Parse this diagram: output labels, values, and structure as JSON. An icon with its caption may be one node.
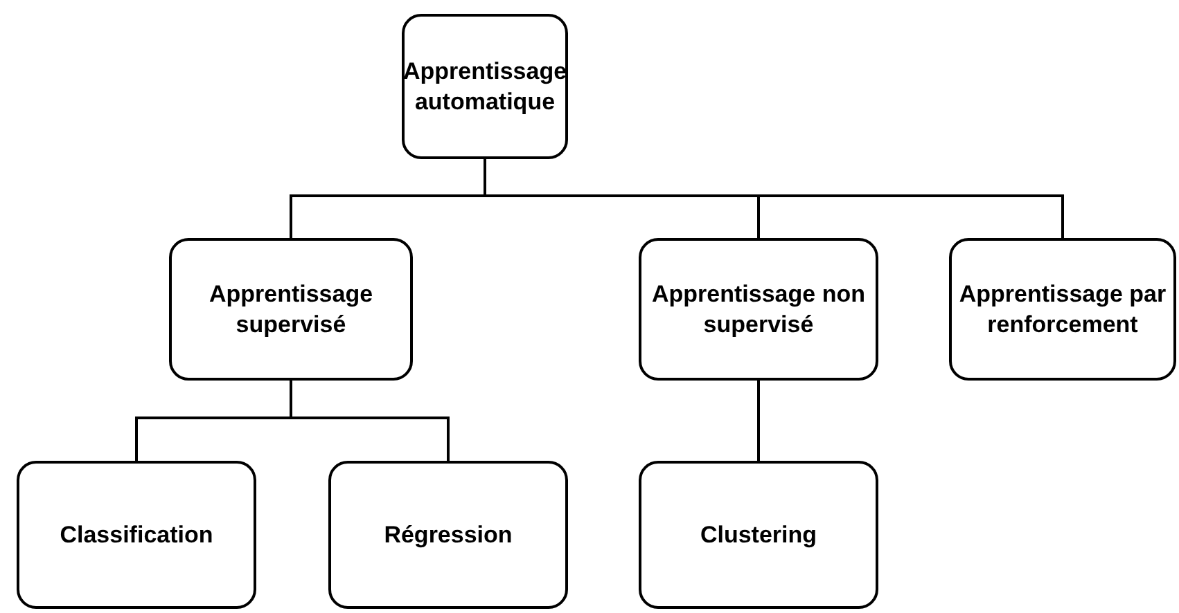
{
  "diagram": {
    "nodes": [
      {
        "text": [
          "Apprentissage automatique"
        ]
      },
      {
        "text": [
          "Apprentissage supervisé"
        ]
      },
      {
        "text": [
          "Apprentissage non supervisé"
        ]
      },
      {
        "text": [
          "Apprentissage par renforcement"
        ]
      },
      {
        "text": [
          "Classification"
        ]
      },
      {
        "text": [
          "Régression"
        ]
      },
      {
        "text": [
          "Clustering"
        ]
      }
    ],
    "edges": [
      {
        "from": 0,
        "to": 1,
        "arrow": "none"
      },
      {
        "from": 0,
        "to": 2,
        "arrow": "none"
      },
      {
        "from": 0,
        "to": 3,
        "arrow": "none"
      },
      {
        "from": 1,
        "to": 4,
        "arrow": "none"
      },
      {
        "from": 1,
        "to": 5,
        "arrow": "none"
      },
      {
        "from": 2,
        "to": 6,
        "arrow": "none"
      }
    ]
  }
}
